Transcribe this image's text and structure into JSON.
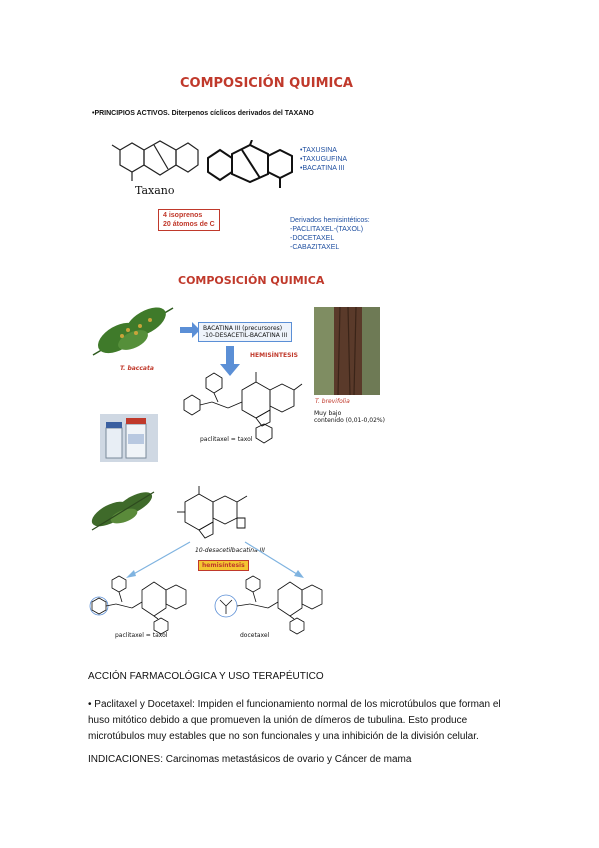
{
  "section1": {
    "title": "COMPOSICIÓN QUIMICA",
    "principios": "•PRINCIPIOS ACTIVOS. Diterpenos cíclicos derivados del TAXANO",
    "taxano_label": "Taxano",
    "list": [
      "•TAXUSINA",
      "•TAXUGUFINA",
      "•BACATINA III"
    ],
    "isoprenos": [
      "4 isoprenos",
      "20 átomos de C"
    ],
    "derivados_title": "Derivados hemisintéticos:",
    "derivados": [
      "-PACLITAXEL-(TAXOL)",
      "-DOCETAXEL",
      "-CABAZITAXEL"
    ]
  },
  "section2": {
    "title": "COMPOSICIÓN QUIMICA",
    "box_lines": [
      "BACATINA III (precursores)",
      "-10-DESACETIL-BACATINA III"
    ],
    "hemisintesis": "HEMISÍNTESIS",
    "t_baccata": "T. baccata",
    "t_brevifolia": "T. brevifolia",
    "muy_bajo": [
      "Muy bajo",
      "contenido (0,01-0,02%)"
    ],
    "paclitaxel": "paclitaxel = taxol"
  },
  "section3": {
    "desacetil": "10-desacetilbacatina III",
    "hemisintesis": "hemisíntesis",
    "paclitaxel": "paclitaxel = taxol",
    "docetaxel": "docetaxel"
  },
  "text": {
    "heading": "ACCIÓN FARMACOLÓGICA Y USO TERAPÉUTICO",
    "para": "• Paclitaxel y Docetaxel: Impiden el funcionamiento normal de los microtúbulos que forman el huso mitótico debido a que promueven la unión de dímeros de tubulina. Esto produce microtúbulos muy estables que no son funcionales y una inhibición de la división celular.",
    "indicaciones": "INDICACIONES: Carcinomas metastásicos de ovario y Cáncer de mama"
  }
}
